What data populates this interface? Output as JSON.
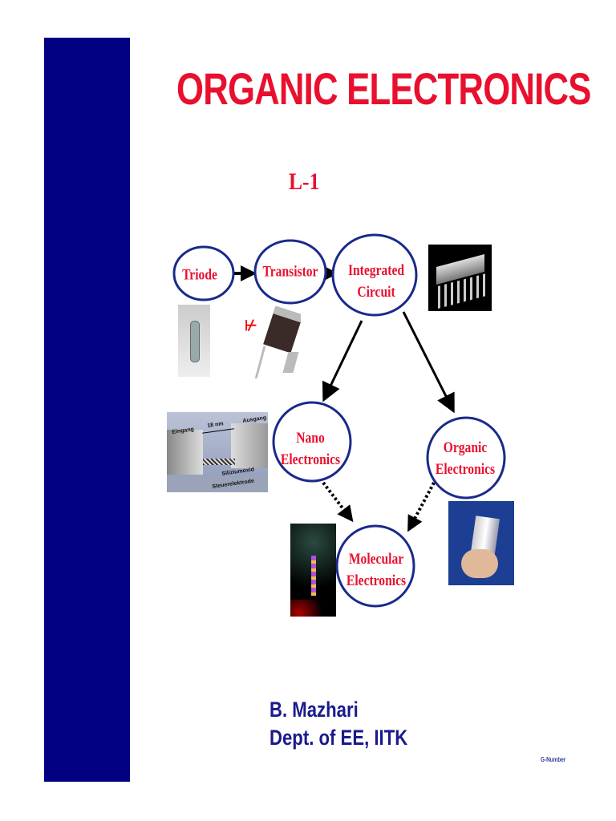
{
  "slide": {
    "title": "ORGANIC ELECTRONICS",
    "lecture": "L-1",
    "author": "B. Mazhari",
    "department": "Dept. of EE,  IITK",
    "footer_tag": "G-Number"
  },
  "diagram": {
    "nodes": [
      {
        "id": "triode",
        "line1": "Triode",
        "line2": ""
      },
      {
        "id": "transistor",
        "line1": "Transistor",
        "line2": ""
      },
      {
        "id": "integrated-circuit",
        "line1": "Integrated",
        "line2": "Circuit"
      },
      {
        "id": "nano-electronics",
        "line1": "Nano",
        "line2": "Electronics"
      },
      {
        "id": "organic-electronics",
        "line1": "Organic",
        "line2": "Electronics"
      },
      {
        "id": "molecular-electronics",
        "line1": "Molecular",
        "line2": "Electronics"
      }
    ],
    "edges": [
      {
        "from": "triode",
        "to": "transistor",
        "style": "solid"
      },
      {
        "from": "transistor",
        "to": "integrated-circuit",
        "style": "solid"
      },
      {
        "from": "integrated-circuit",
        "to": "nano-electronics",
        "style": "solid"
      },
      {
        "from": "integrated-circuit",
        "to": "organic-electronics",
        "style": "solid"
      },
      {
        "from": "nano-electronics",
        "to": "molecular-electronics",
        "style": "dotted"
      },
      {
        "from": "organic-electronics",
        "to": "molecular-electronics",
        "style": "dotted"
      }
    ],
    "photo_labels": {
      "nanotube": [
        "Eingang",
        "18 nm",
        "Ausgang",
        "Siliziumoxid",
        "Steuerelektrode"
      ]
    }
  },
  "colors": {
    "sidebar": "#000080",
    "title": "#e8102e",
    "node_outline": "#1a2a8a",
    "author": "#1a1a8c"
  }
}
